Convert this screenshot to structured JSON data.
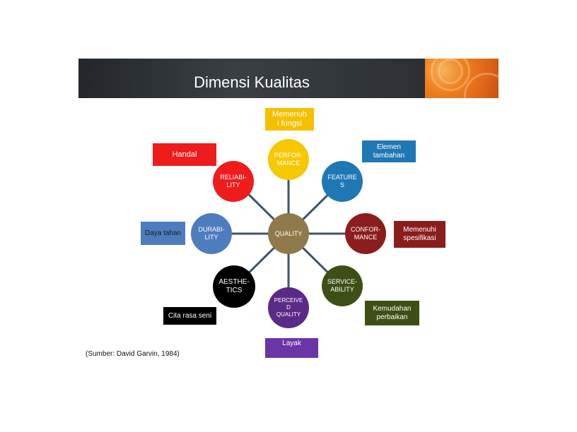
{
  "title": "Dimensi Kualitas",
  "source": "(Sumber: David Garvin, 1984)",
  "nodes": {
    "quality": "QUALITY",
    "performance": "PERFOR-\nMANCE",
    "features": "FEATURE\nS",
    "conformance": "CONFOR-\nMANCE",
    "serviceability": "SERVICE-\nABILITY",
    "perceived_quality": "PERCEIVE\nD\nQUALITY",
    "aesthetics": "AESTHE-\nTICS",
    "durability": "DURABI-\nLITY",
    "reliability": "RELIABI-\nLITY"
  },
  "labels": {
    "performance": "Memenuh\ni fungsi",
    "features": "Elemen\ntambahan",
    "conformance": "Memenuhi\nspesifikasi",
    "serviceability": "Kemudahan\nperbaikan",
    "perceived_quality": "Layak",
    "aesthetics": "Cita rasa seni",
    "durability": "Daya tahan",
    "reliability": "Handal"
  },
  "colors": {
    "quality": "#8f7a4b",
    "performance": "#f6c800",
    "features": "#1f78b4",
    "conformance": "#8b1d1d",
    "serviceability": "#3d4f14",
    "perceived_quality": "#5b2a86",
    "aesthetics": "#000000",
    "durability": "#4e7dbf",
    "reliability": "#ee1c1c",
    "line": "#3f5567",
    "header_accent": "#ee7f1e"
  }
}
